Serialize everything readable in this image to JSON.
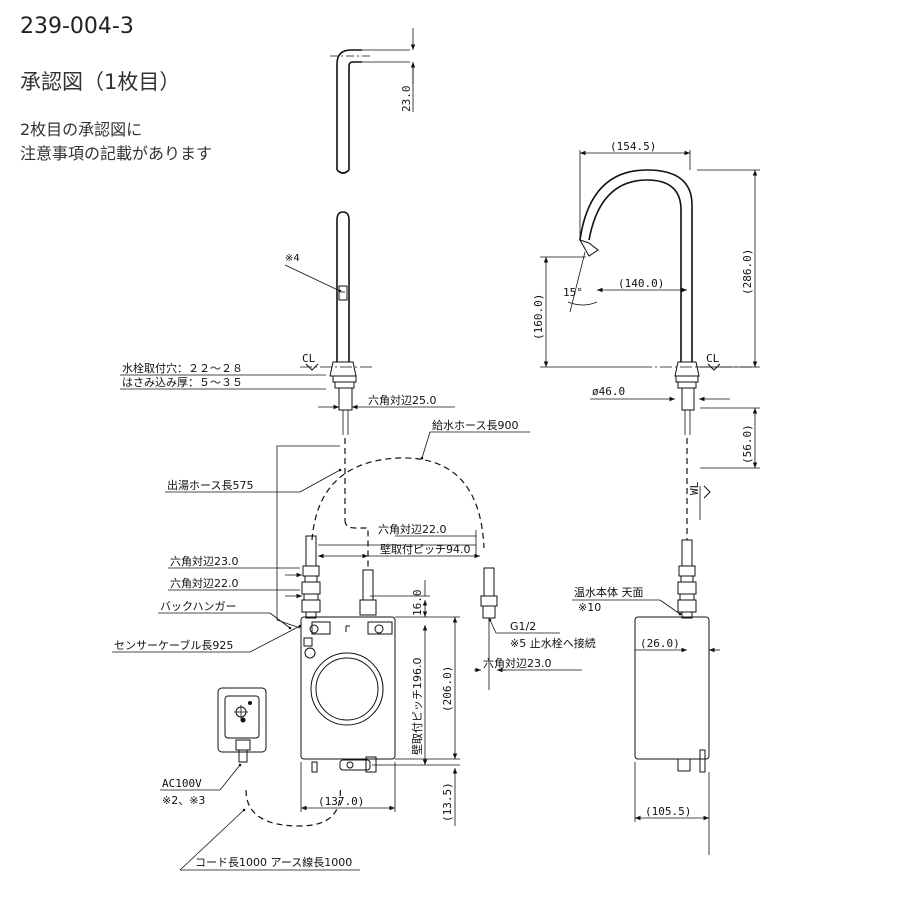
{
  "header": {
    "doc_number": "239-004-3",
    "title": "承認図（1枚目）",
    "note_line1": "2枚目の承認図に",
    "note_line2": "注意事項の記載があります"
  },
  "labels": {
    "mark4": "※4",
    "cl_left": "CL",
    "cl_right": "CL",
    "wl": "WL",
    "mount_hole": "水栓取付穴：２２～２８",
    "clamp_thickness": "はさみ込み厚：５～３５",
    "hex_25": "六角対辺25.0",
    "supply_hose": "給水ホース長900",
    "outlet_hose": "出湯ホース長575",
    "hex_22_top": "六角対辺22.0",
    "wall_pitch_94": "壁取付ピッチ94.0",
    "hex_23_left": "六角対辺23.0",
    "hex_22_left": "六角対辺22.0",
    "back_hanger": "バックハンガー",
    "sensor_cable": "センサーケーブル長925",
    "g12": "G1/2",
    "mark5": "※5 止水栓へ接続",
    "hex_23_right": "六角対辺23.0",
    "ac100v": "AC100V",
    "mark23": "※2、※3",
    "cord": "コード長1000 アース線長1000",
    "heater_top": "温水本体 天面",
    "mark10": "※10",
    "wall_pitch_196": "壁取付ピッチ196.0"
  },
  "dimensions": {
    "d_23": "23.0",
    "d_154_5": "(154.5)",
    "d_286": "(286.0)",
    "d_140": "(140.0)",
    "d_160": "(160.0)",
    "d_15": "15°",
    "d_46": "ø46.0",
    "d_56": "(56.0)",
    "d_16": "16.0",
    "d_206": "(206.0)",
    "d_13_5": "(13.5)",
    "d_137": "(137.0)",
    "d_26": "(26.0)",
    "d_105_5": "(105.5)"
  }
}
